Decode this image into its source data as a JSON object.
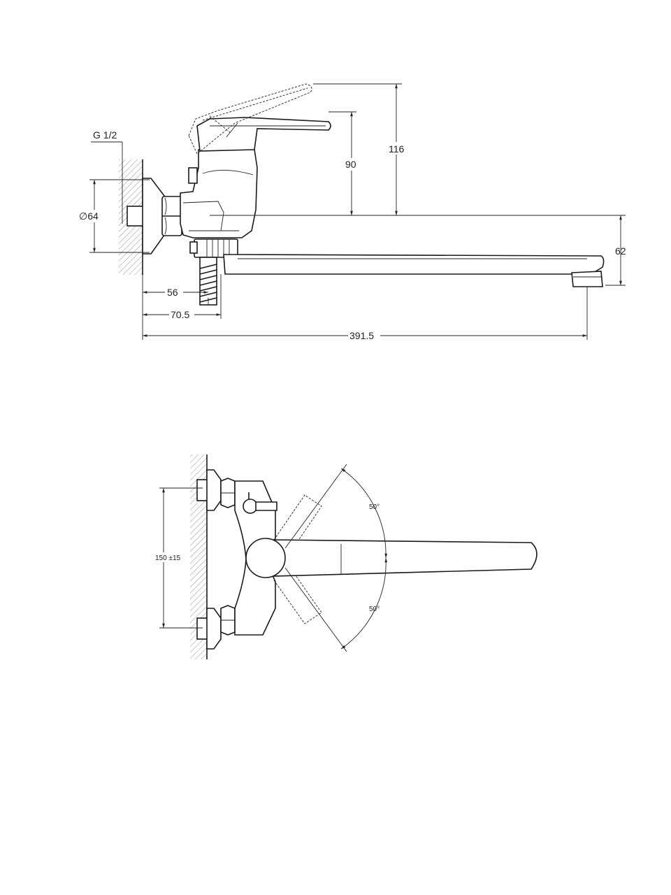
{
  "side_view": {
    "thread_label": "G 1/2",
    "diameter_label": "∅64",
    "dim_116": "116",
    "dim_90": "90",
    "dim_62": "62",
    "dim_56": "56",
    "dim_70_5": "70.5",
    "dim_391_5": "391.5"
  },
  "top_view": {
    "center_distance_label": "150 ±15",
    "angle_upper_label": "50°",
    "angle_lower_label": "50°"
  }
}
